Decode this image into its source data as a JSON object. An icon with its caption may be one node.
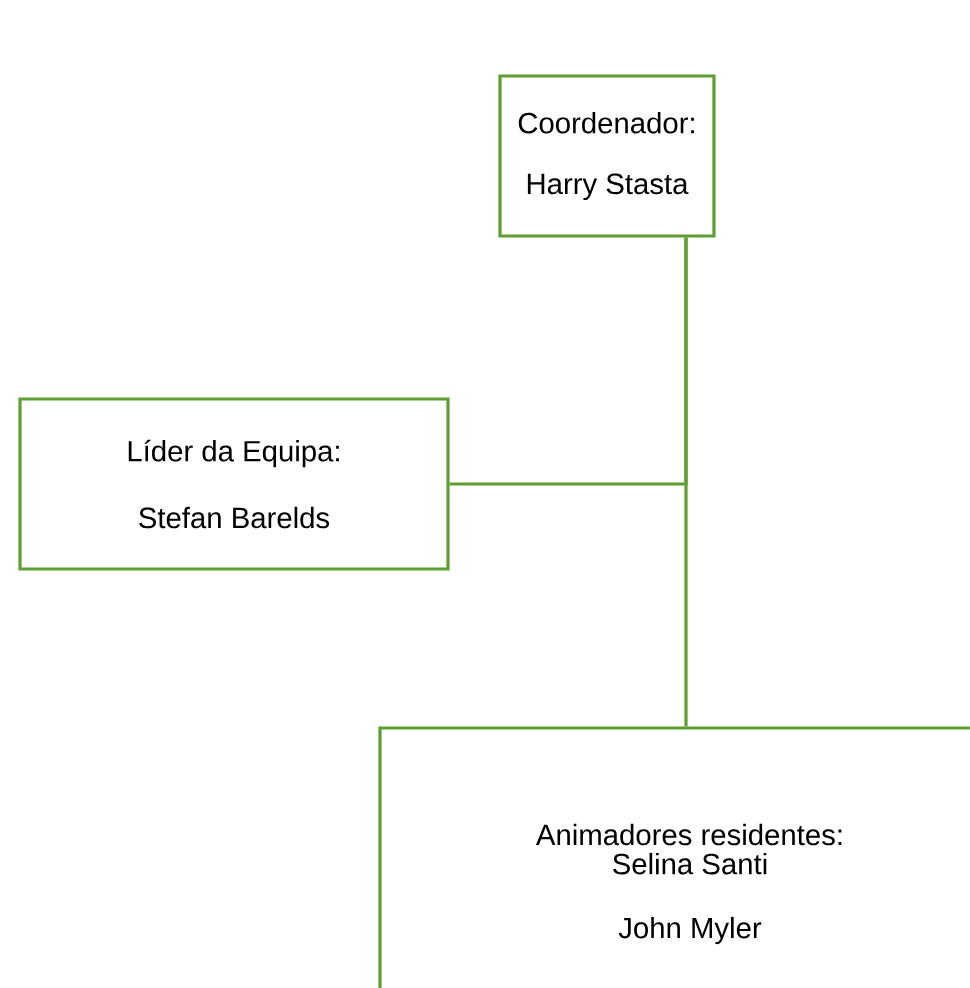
{
  "diagram": {
    "nodes": [
      {
        "text": [
          "Coordenador:",
          "Harry Stasta"
        ]
      },
      {
        "text": [
          "Líder da Equipa:",
          "Stefan Barelds"
        ]
      },
      {
        "text": [
          "Animadores residentes:",
          "Selina Santi John Myler"
        ]
      }
    ],
    "edges": [
      {
        "from": 0,
        "to": 2,
        "arrow": "none"
      },
      {
        "from": 0,
        "to": 1,
        "arrow": "none"
      }
    ]
  }
}
